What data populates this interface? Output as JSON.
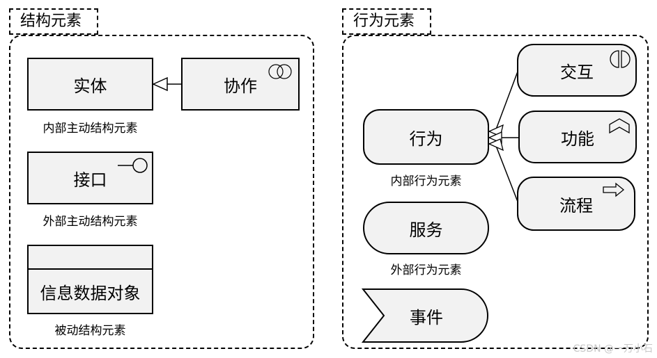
{
  "structure_group": {
    "title": "结构元素",
    "active_entity": {
      "label": "实体",
      "caption": "内部主动结构元素"
    },
    "collaboration": {
      "label": "协作"
    },
    "interface": {
      "label": "接口",
      "caption": "外部主动结构元素"
    },
    "data_object": {
      "label": "信息数据对象",
      "caption": "被动结构元素"
    }
  },
  "behavior_group": {
    "title": "行为元素",
    "behavior": {
      "label": "行为",
      "caption": "内部行为元素"
    },
    "interaction": {
      "label": "交互"
    },
    "function": {
      "label": "功能"
    },
    "process": {
      "label": "流程"
    },
    "service": {
      "label": "服务",
      "caption": "外部行为元素"
    },
    "event": {
      "label": "事件"
    }
  },
  "watermark": "CSDN @一万小石"
}
